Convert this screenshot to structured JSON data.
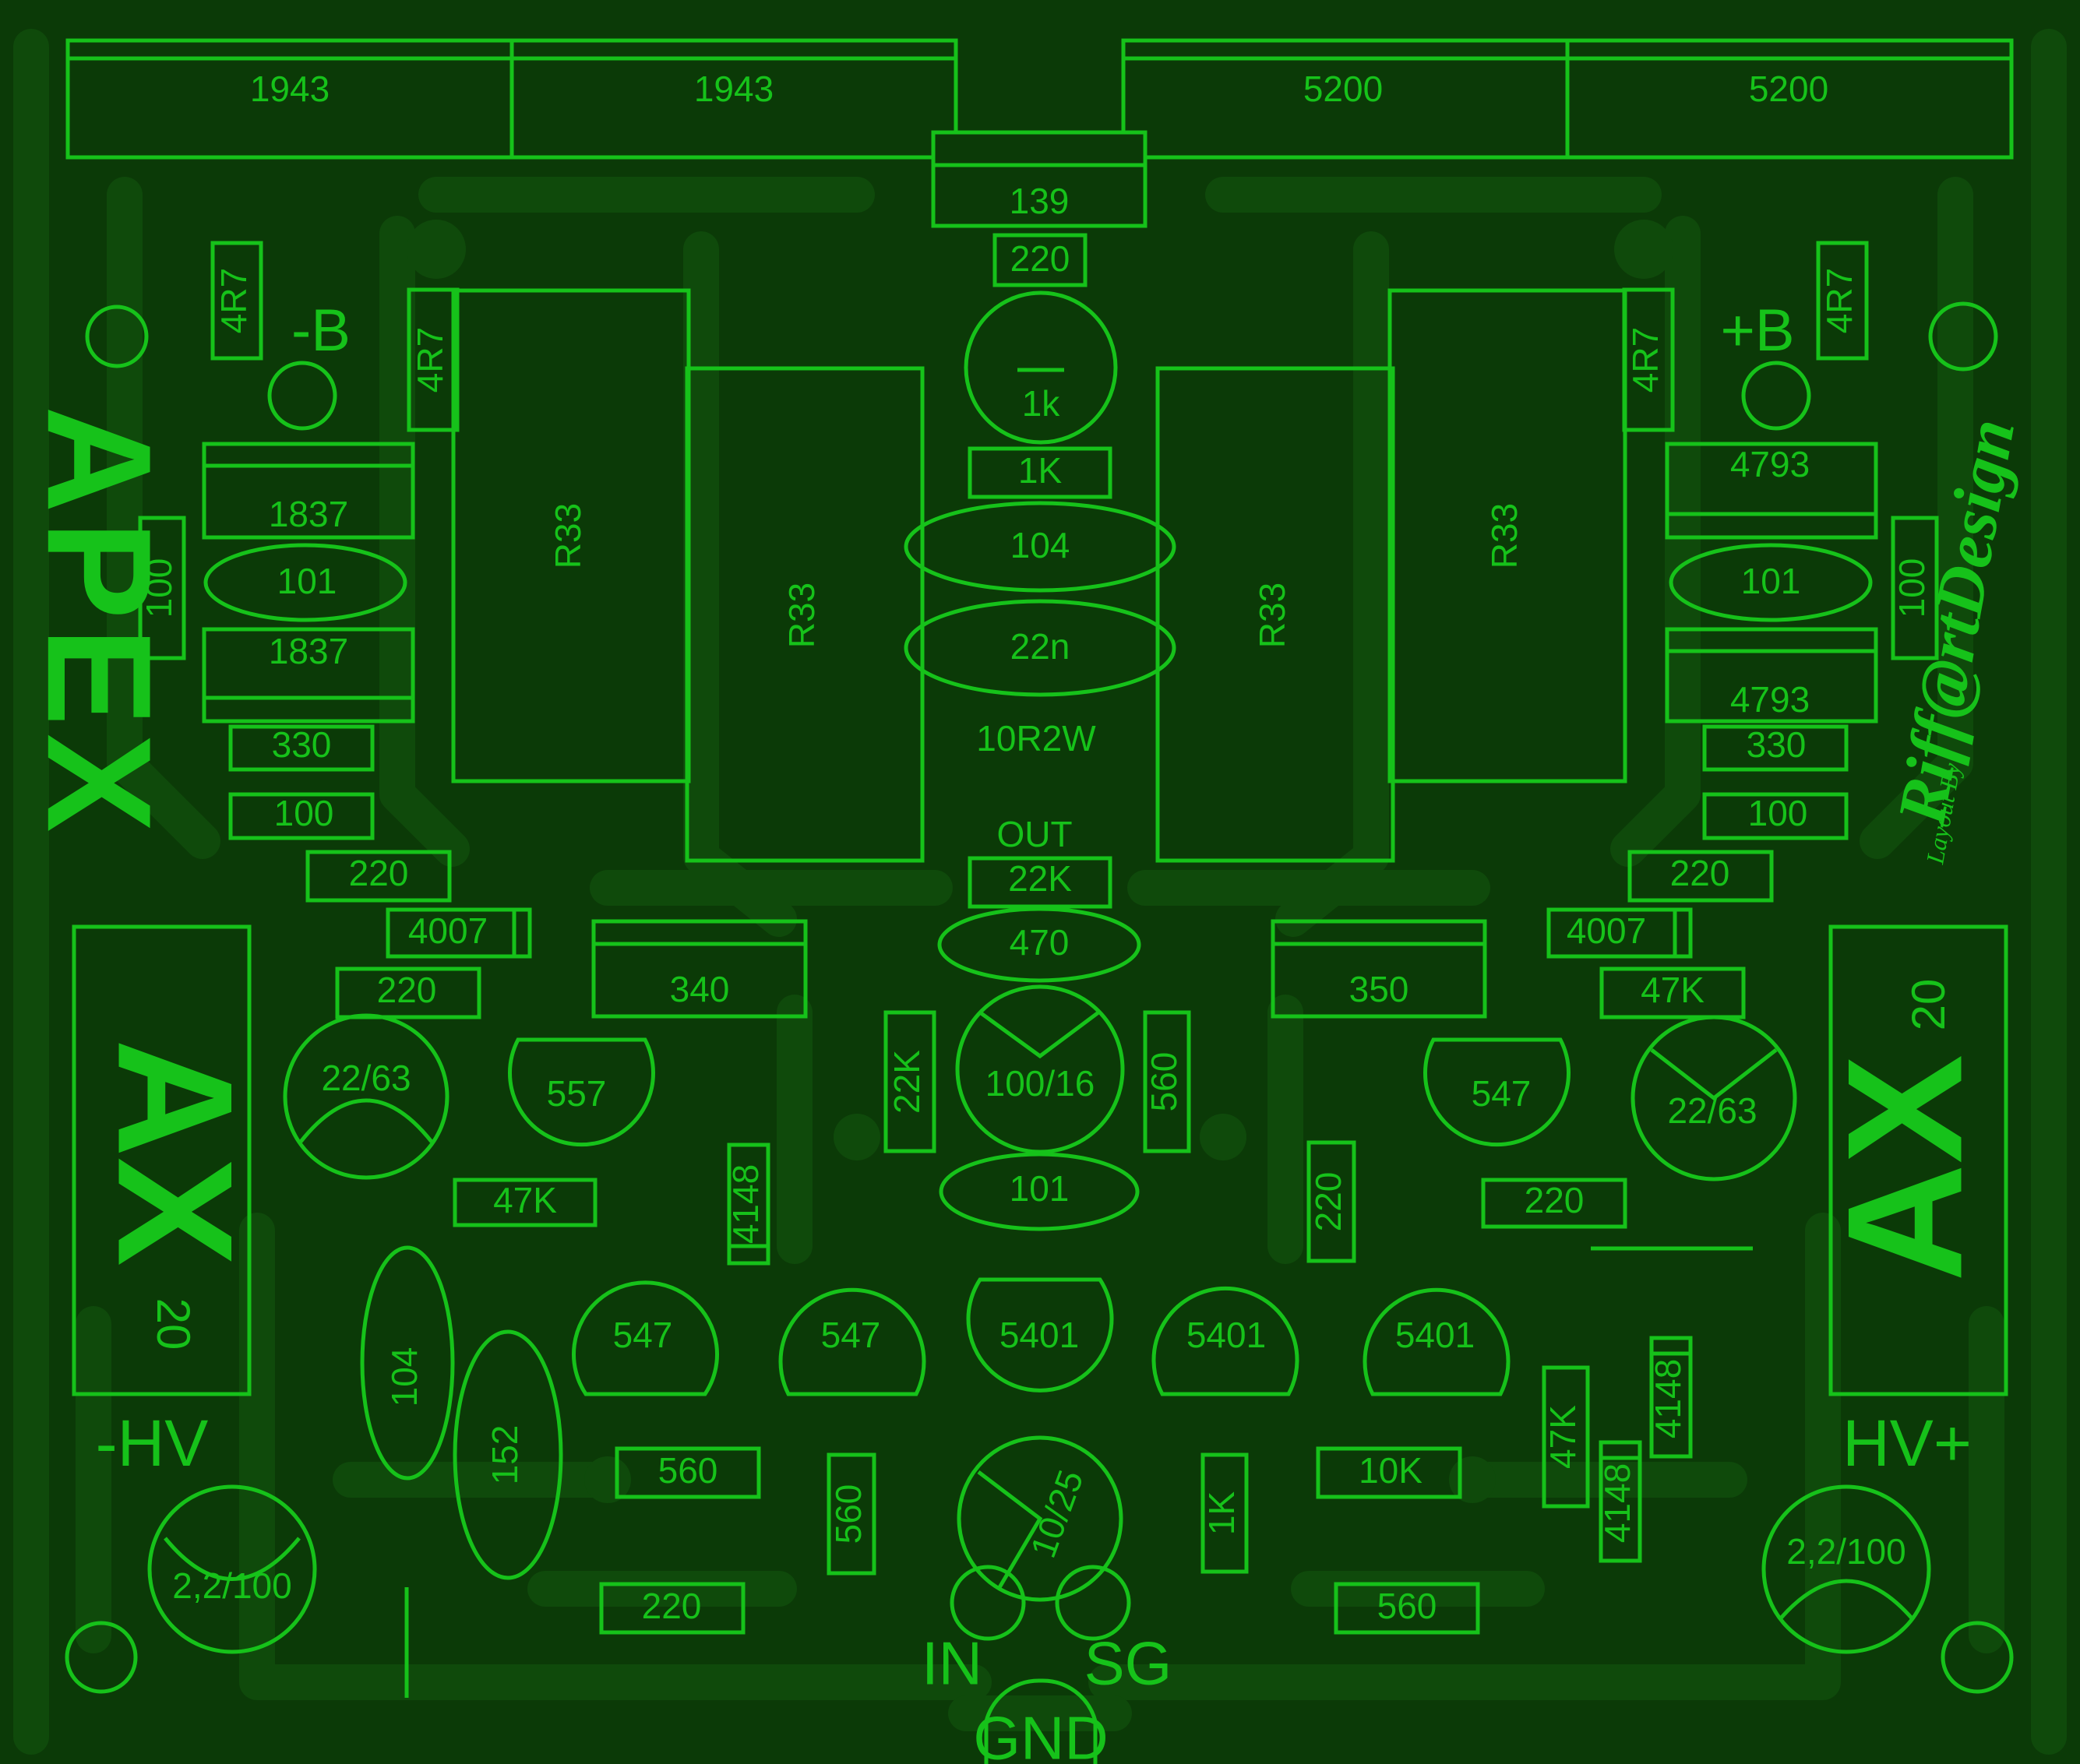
{
  "board": {
    "brand_left": "APEX",
    "brand_ax": "AX",
    "brand_ax_num": "20",
    "credit_small": "Layout By",
    "credit_big": "Riff@rtDesign",
    "colors": {
      "background": "#0b3a07",
      "silkscreen": "#16c21a",
      "traces": "#0f4a0b"
    }
  },
  "transistors_top": [
    "1943",
    "1943",
    "5200",
    "5200"
  ],
  "bias": "139",
  "connectors": {
    "neg_b": "-B",
    "pos_b": "+B",
    "neg_hv": "-HV",
    "pos_hv": "HV+",
    "in": "IN",
    "sg": "SG",
    "gnd": "GND",
    "out": "OUT"
  },
  "left": {
    "r4r7_a": "4R7",
    "r4r7_b": "4R7",
    "q1": "1837",
    "c101": "101",
    "q2": "1837",
    "r100_v": "100",
    "r330": "330",
    "r100": "100",
    "r220_a": "220",
    "d4007": "4007",
    "r220_b": "220",
    "cap22_63": "22/63",
    "q557": "557",
    "r47k": "47K",
    "q340": "340",
    "c104": "104",
    "c152": "152",
    "r560": "560",
    "r220_c": "220",
    "cap2_2": "2,2/100"
  },
  "center": {
    "r220_top": "220",
    "r1k_circle": "1k",
    "r1k": "1K",
    "c104": "104",
    "c22n": "22n",
    "r10r2w": "10R2W",
    "r22k_h": "22K",
    "c470": "470",
    "r22k_v": "22K",
    "cap100_16": "100/16",
    "r560_v": "560",
    "d4148": "4148",
    "c101": "101",
    "q547_a": "547",
    "q547_b": "547",
    "q5401_a": "5401",
    "q5401_b": "5401",
    "q5401_c": "5401",
    "r560_b": "560",
    "cap10_25": "10/25",
    "r1k_v": "1K"
  },
  "emitters": [
    "R33",
    "R33",
    "R33",
    "R33"
  ],
  "right": {
    "r4r7_a": "4R7",
    "r4r7_b": "4R7",
    "q1": "4793",
    "c101": "101",
    "q2": "4793",
    "r100_v": "100",
    "r330": "330",
    "r100": "100",
    "r220_a": "220",
    "d4007": "4007",
    "r47k": "47K",
    "q350": "350",
    "q547": "547",
    "cap22_63": "22/63",
    "r220_v": "220",
    "r220_b": "220",
    "r10k": "10K",
    "r47k_v": "47K",
    "d4148_a": "4148",
    "d4148_b": "4148",
    "r560": "560",
    "cap2_2": "2,2/100"
  }
}
